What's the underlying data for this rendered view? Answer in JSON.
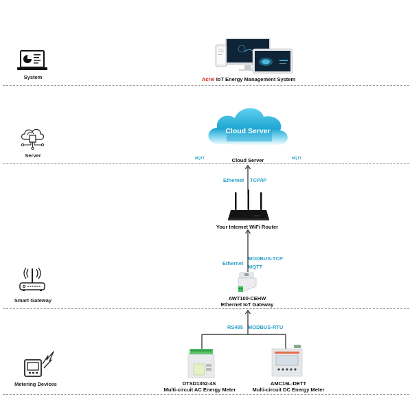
{
  "layers": [
    {
      "id": "system",
      "label": "System",
      "icon": "laptop-chart-icon"
    },
    {
      "id": "server",
      "label": "Server",
      "icon": "cloud-network-icon"
    },
    {
      "id": "gateway",
      "label": "Smart Gateway",
      "icon": "router-antenna-icon"
    },
    {
      "id": "metering",
      "label": "Metering Devices",
      "icon": "meter-lightning-icon"
    }
  ],
  "system": {
    "brand": "Acrel",
    "title": " IoT Energy Management System"
  },
  "cloud": {
    "badge": "Cloud Server",
    "caption": "Cloud Server",
    "mqtt_left": "MQTT",
    "mqtt_right": "MQTT"
  },
  "router": {
    "proto_left": "Ethernet",
    "proto_right": "TCP/IP",
    "caption": "Your Internet WiFi Router"
  },
  "gateway": {
    "proto_left": "Ethernet",
    "proto_right_1": "MODBUS-TCP",
    "proto_right_2": "MQTT",
    "model": "AWT100-CEHW",
    "desc": "Ethernet IoT Gateway"
  },
  "bus": {
    "proto_left": "RS485",
    "proto_right": "MODBUS-RTU"
  },
  "meters": [
    {
      "model": "DTSD1352-4S",
      "desc": "Multi-circuit AC Energy Meter"
    },
    {
      "model": "AMC16L-DETT",
      "desc": "Multi-circuit DC Energy Meter"
    }
  ],
  "colors": {
    "protocol": "#2a9fc9",
    "brand": "#d0231c",
    "cloud": "#29b3dc"
  }
}
